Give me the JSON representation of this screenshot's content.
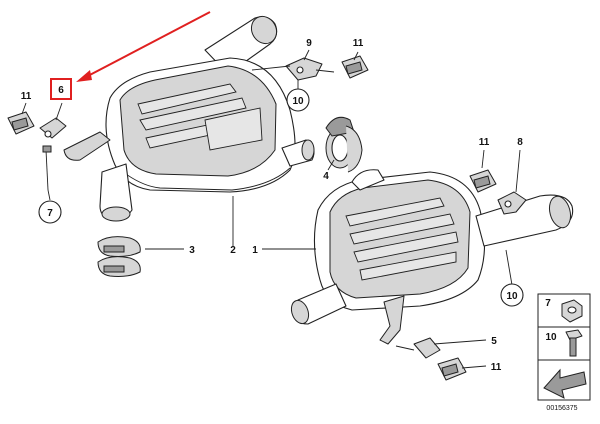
{
  "diagram": {
    "reference_number": "00156375",
    "highlight_color": "#e02020",
    "highlighted_part": "6",
    "callouts": [
      {
        "id": "c6",
        "label": "6",
        "style": "boxed-highlight"
      },
      {
        "id": "c11a",
        "label": "11",
        "style": "plain"
      },
      {
        "id": "c7a",
        "label": "7",
        "style": "circle"
      },
      {
        "id": "c9",
        "label": "9",
        "style": "plain"
      },
      {
        "id": "c10a",
        "label": "10",
        "style": "circle"
      },
      {
        "id": "c11b",
        "label": "11",
        "style": "plain"
      },
      {
        "id": "c4",
        "label": "4",
        "style": "plain"
      },
      {
        "id": "c3",
        "label": "3",
        "style": "plain"
      },
      {
        "id": "c2",
        "label": "2",
        "style": "plain"
      },
      {
        "id": "c1",
        "label": "1",
        "style": "plain"
      },
      {
        "id": "c11c",
        "label": "11",
        "style": "plain"
      },
      {
        "id": "c8",
        "label": "8",
        "style": "plain"
      },
      {
        "id": "c10b",
        "label": "10",
        "style": "circle"
      },
      {
        "id": "c5",
        "label": "5",
        "style": "plain"
      },
      {
        "id": "c11d",
        "label": "11",
        "style": "plain"
      }
    ],
    "legend": [
      {
        "label": "7",
        "icon": "nut-icon"
      },
      {
        "label": "10",
        "icon": "bolt-icon"
      }
    ]
  }
}
